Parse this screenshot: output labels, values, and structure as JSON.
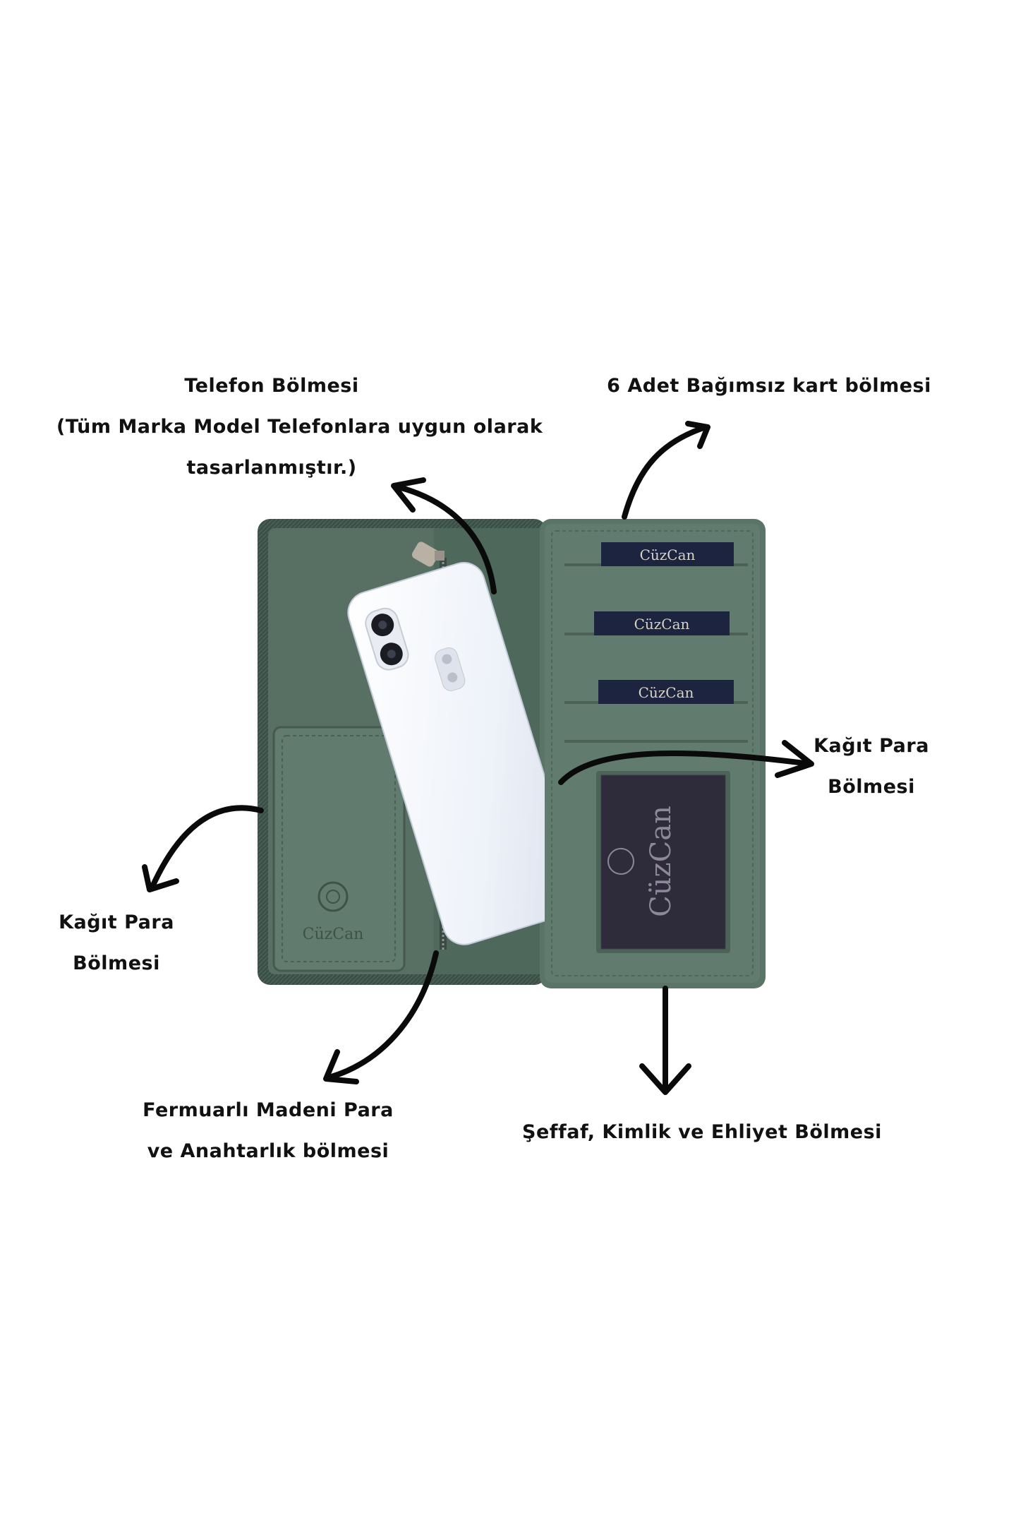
{
  "labels": {
    "phone_compartment": {
      "line1": "Telefon Bölmesi",
      "line2": "(Tüm Marka Model Telefonlara uygun olarak",
      "line3": "tasarlanmıştır.)"
    },
    "card_slots": {
      "line1": "6 Adet Bağımsız kart bölmesi"
    },
    "bill_compartment_right": {
      "line1": "Kağıt Para",
      "line2": "Bölmesi"
    },
    "bill_compartment_left": {
      "line1": "Kağıt Para",
      "line2": "Bölmesi"
    },
    "zip_coin_compartment": {
      "line1": "Fermuarlı Madeni Para",
      "line2": "ve Anahtarlık bölmesi"
    },
    "id_window": {
      "line1": "Şeffaf, Kimlik ve Ehliyet Bölmesi"
    }
  },
  "brand": {
    "card_slot_logo": "CüzCan",
    "left_panel_logo": "CüzCan",
    "id_window_logo": "CüzCan"
  },
  "colors": {
    "wallet_green": "#566f64",
    "wallet_dark": "#3a4f46",
    "card_label_navy": "#1c2440",
    "id_window": "#2e2b3a",
    "phone_white": "#f3f6fb",
    "arrow": "#0a0a0a"
  }
}
